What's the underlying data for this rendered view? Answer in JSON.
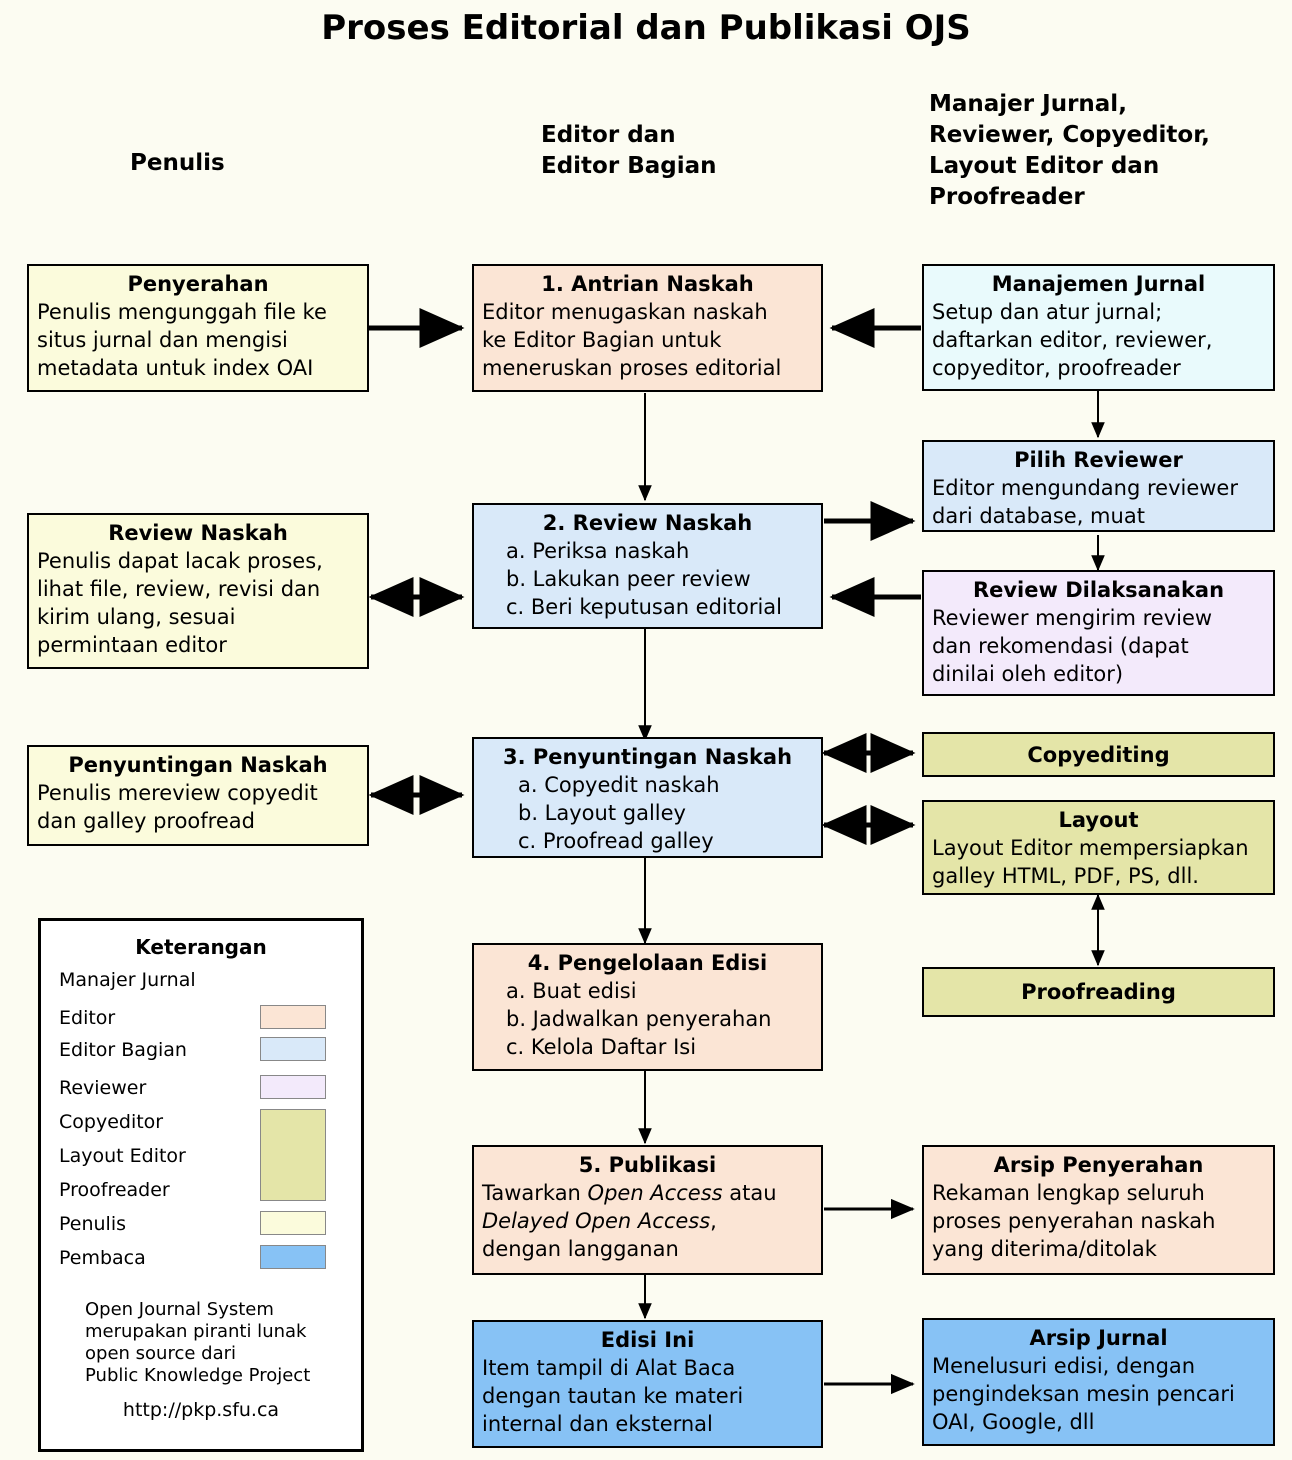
{
  "title": "Proses Editorial dan Publikasi OJS",
  "colors": {
    "background": "#fcfcf2",
    "author": "#fbfbdc",
    "editor": "#fbe5d5",
    "section_editor": "#d9e9f9",
    "journal_manager": "#e9fafc",
    "reviewer": "#f3eafb",
    "copyeditor": "#e4e5a8",
    "reader": "#87c2f5",
    "border": "#000000"
  },
  "column_headings": [
    {
      "id": "penulis",
      "text": "Penulis"
    },
    {
      "id": "editor",
      "lines": [
        "Editor dan",
        "Editor Bagian"
      ]
    },
    {
      "id": "manajer",
      "lines": [
        "Manajer Jurnal,",
        "Reviewer, Copyeditor,",
        "Layout Editor dan",
        "Proofreader"
      ]
    }
  ],
  "nodes": {
    "penyerahan": {
      "title": "Penyerahan",
      "lines": [
        "Penulis mengunggah file ke",
        "situs jurnal dan mengisi",
        "metadata untuk index OAI"
      ]
    },
    "antrian_naskah": {
      "title": "1. Antrian Naskah",
      "lines": [
        "Editor menugaskan naskah",
        "ke Editor Bagian untuk",
        "meneruskan proses editorial"
      ]
    },
    "manajemen_jurnal": {
      "title": "Manajemen Jurnal",
      "lines": [
        "Setup dan atur jurnal;",
        "daftarkan editor, reviewer,",
        "copyeditor, proofreader"
      ]
    },
    "review_naskah_penulis": {
      "title": "Review Naskah",
      "lines": [
        "Penulis dapat lacak proses,",
        "lihat file, review, revisi dan",
        "kirim ulang, sesuai",
        "permintaan editor"
      ]
    },
    "review_naskah": {
      "title": "2. Review Naskah",
      "lines": [
        "a. Periksa naskah",
        "b. Lakukan peer review",
        "c. Beri keputusan editorial"
      ]
    },
    "pilih_reviewer": {
      "title": "Pilih Reviewer",
      "lines": [
        "Editor mengundang reviewer",
        "dari database, muat"
      ]
    },
    "review_dilaksanakan": {
      "title": "Review Dilaksanakan",
      "lines": [
        "Reviewer mengirim review",
        "dan rekomendasi (dapat",
        "dinilai oleh editor)"
      ]
    },
    "penyuntingan_penulis": {
      "title": "Penyuntingan Naskah",
      "lines": [
        "Penulis mereview copyedit",
        "dan galley proofread"
      ]
    },
    "penyuntingan_naskah": {
      "title": "3. Penyuntingan Naskah",
      "lines": [
        "a. Copyedit naskah",
        "b. Layout galley",
        "c. Proofread galley"
      ]
    },
    "copyediting": {
      "title": "Copyediting",
      "lines": []
    },
    "layout": {
      "title": "Layout",
      "lines": [
        "Layout Editor mempersiapkan",
        "galley HTML, PDF, PS, dll."
      ]
    },
    "proofreading": {
      "title": "Proofreading",
      "lines": []
    },
    "pengelolaan_edisi": {
      "title": "4. Pengelolaan Edisi",
      "lines": [
        "a. Buat edisi",
        "b. Jadwalkan penyerahan",
        "c. Kelola Daftar Isi"
      ]
    },
    "publikasi": {
      "title": "5. Publikasi",
      "rich_lines": [
        [
          {
            "t": "Tawarkan ",
            "i": false
          },
          {
            "t": "Open Access",
            "i": true
          },
          {
            "t": " atau",
            "i": false
          }
        ],
        [
          {
            "t": "Delayed Open Access",
            "i": true
          },
          {
            "t": ",",
            "i": false
          }
        ],
        [
          {
            "t": "dengan langganan",
            "i": false
          }
        ]
      ]
    },
    "arsip_penyerahan": {
      "title": "Arsip Penyerahan",
      "lines": [
        "Rekaman lengkap seluruh",
        "proses penyerahan naskah",
        "yang diterima/ditolak"
      ]
    },
    "edisi_ini": {
      "title": "Edisi Ini",
      "lines": [
        "Item tampil di Alat Baca",
        "dengan tautan ke materi",
        "internal dan eksternal"
      ]
    },
    "arsip_jurnal": {
      "title": "Arsip Jurnal",
      "lines": [
        "Menelusuri edisi, dengan",
        "pengindeksan mesin pencari",
        "OAI, Google, dll"
      ]
    }
  },
  "legend": {
    "title": "Keterangan",
    "rows": [
      {
        "label": "Manajer Jurnal",
        "swatch": null
      },
      {
        "label": "Editor",
        "swatch": "#fbe5d5"
      },
      {
        "label": "Editor Bagian",
        "swatch": "#d9e9f9"
      },
      {
        "label": "Reviewer",
        "swatch": "#f3eafb"
      },
      {
        "label": "Copyeditor",
        "swatch": "#e4e5a8"
      },
      {
        "label": "Layout Editor",
        "swatch": "#e4e5a8"
      },
      {
        "label": "Proofreader",
        "swatch": "#e4e5a8"
      },
      {
        "label": "Penulis",
        "swatch": "#fbfbdc"
      },
      {
        "label": "Pembaca",
        "swatch": "#87c2f5"
      }
    ],
    "note": "Open Journal System\nmerupakan piranti lunak\nopen source dari\nPublic Knowledge Project",
    "url": "http://pkp.sfu.ca"
  }
}
